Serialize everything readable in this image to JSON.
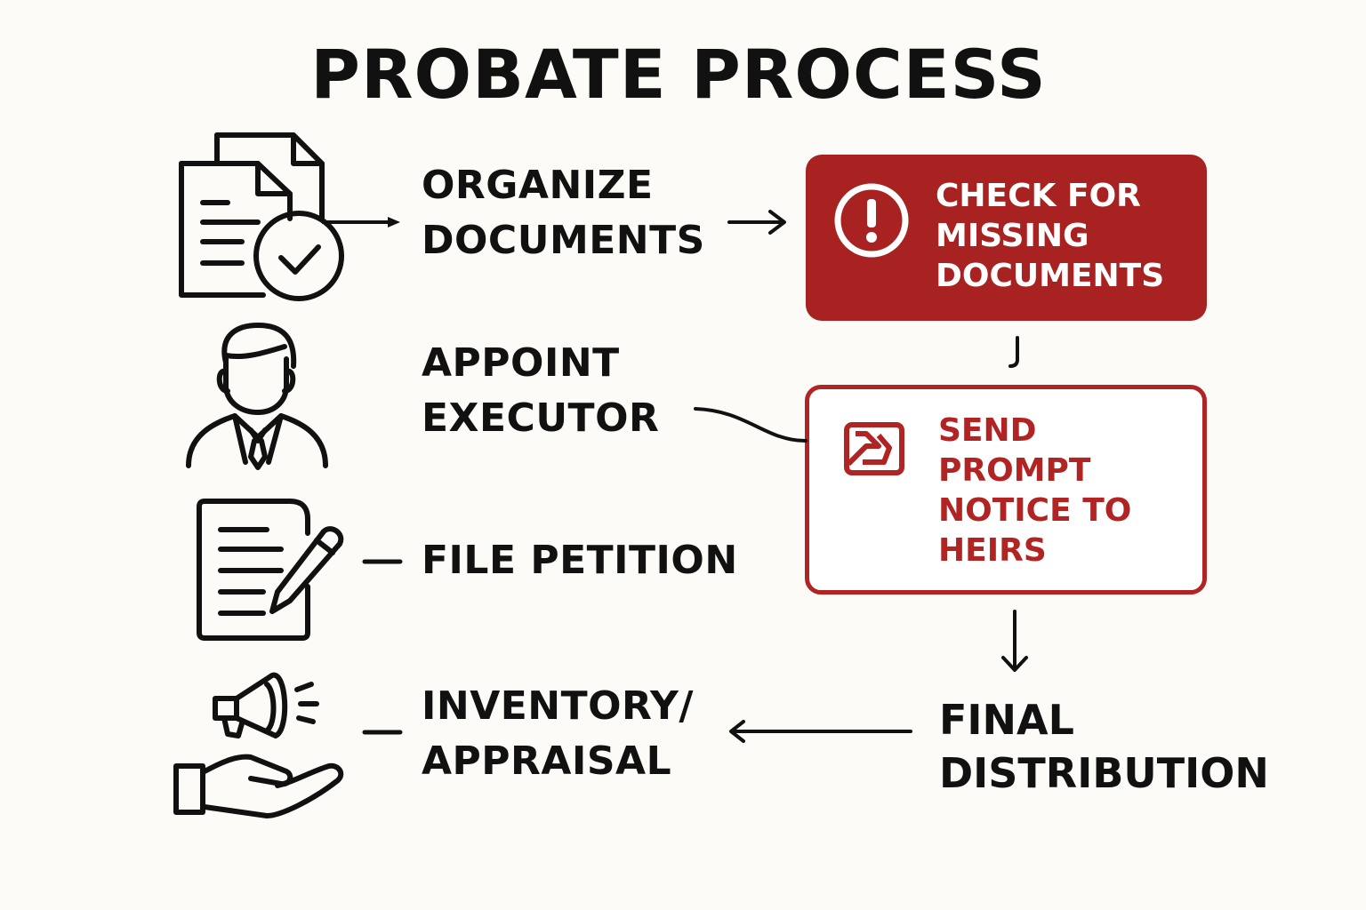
{
  "title": "PROBATE PROCESS",
  "steps": {
    "organize": {
      "line1": "ORGANIZE",
      "line2": "DOCUMENTS",
      "icon": "documents-check-icon"
    },
    "appoint": {
      "line1": "APPOINT",
      "line2": "EXECUTOR",
      "icon": "person-suit-icon"
    },
    "petition": {
      "line1": "FILE PETITION",
      "icon": "document-pen-icon"
    },
    "inventory": {
      "line1": "INVENTORY/",
      "line2": "APPRAISAL",
      "icon": "megaphone-hand-icon"
    }
  },
  "boxes": {
    "check": {
      "line1": "CHECK FOR",
      "line2": "MISSING",
      "line3": "DOCUMENTS",
      "icon": "exclamation-icon"
    },
    "notice": {
      "line1": "SEND",
      "line2": "PROMPT",
      "line3": "NOTICE TO",
      "line4": "HEIRS",
      "icon": "arrow-box-icon"
    }
  },
  "final": {
    "line1": "FINAL",
    "line2": "DISTRIBUTION"
  },
  "colors": {
    "accent": "#a82222",
    "accent_outline": "#b02424",
    "text": "#111111",
    "background": "#fcfbf7"
  }
}
